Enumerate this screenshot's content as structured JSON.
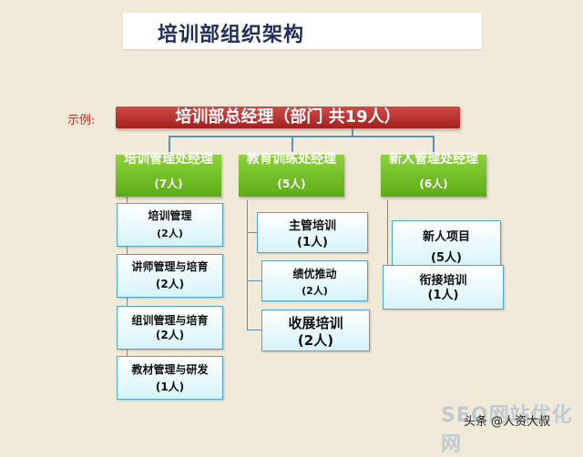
{
  "title": "培训部组织架构",
  "example_label": "示例:",
  "root": {
    "label": "培训部总经理（部门 共19人）"
  },
  "departments": [
    {
      "name": "培训管理处经理",
      "count": "(7人)",
      "units": [
        {
          "name": "培训管理",
          "count": "(2人)"
        },
        {
          "name": "讲师管理与培育",
          "count": "(2人)"
        },
        {
          "name": "组训管理与培育",
          "count": "(2人)"
        },
        {
          "name": "教材管理与研发",
          "count": "(1人)"
        }
      ]
    },
    {
      "name": "教育训练处经理",
      "count": "(5人)",
      "units": [
        {
          "name": "主管培训",
          "count": "(1人)"
        },
        {
          "name": "绩优推动",
          "count": "(2人)"
        },
        {
          "name": "收展培训",
          "count": "(2人)"
        }
      ]
    },
    {
      "name": "新人管理处经理",
      "count": "(6人)",
      "units": [
        {
          "name": "新人项目",
          "count": "(5人)"
        },
        {
          "name": "衔接培训",
          "count": "(1人)"
        }
      ]
    }
  ],
  "watermark": "SEO网站优化网",
  "credit": "头条 @人资大叔"
}
